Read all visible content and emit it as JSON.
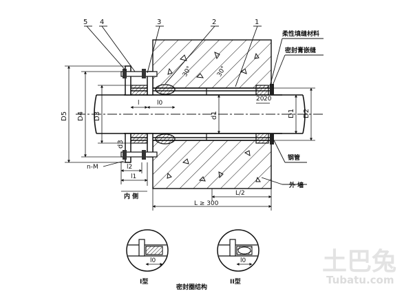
{
  "callouts": [
    "5",
    "4",
    "3",
    "2",
    "1"
  ],
  "labels": {
    "flexible_seal": "柔性填缝材料",
    "seal_cushion": "密封膏嵌缝",
    "steel_pipe": "钢管",
    "outer_wall": "外 墙",
    "inner_side": "内 侧",
    "bolt": "n-M",
    "section_title": "密封圈结构",
    "type1": "I型",
    "type2": "II型"
  },
  "dims": {
    "D5": "D5",
    "D4": "D4",
    "D3": "D3",
    "D1": "D1",
    "D2": "D2",
    "l": "l",
    "l0": "l0",
    "l1": "l1",
    "l2": "l2",
    "d1": "d1",
    "d3": "d3",
    "x20a": "20",
    "x20b": "20",
    "L": "L ≥ 300",
    "L2": "L/2",
    "deg30a": "30°",
    "deg30b": "30°",
    "detail_l0a": "l0",
    "detail_l0b": "l0"
  },
  "watermark": {
    "cn": "土巴兔",
    "en": "Tubatu.com"
  }
}
